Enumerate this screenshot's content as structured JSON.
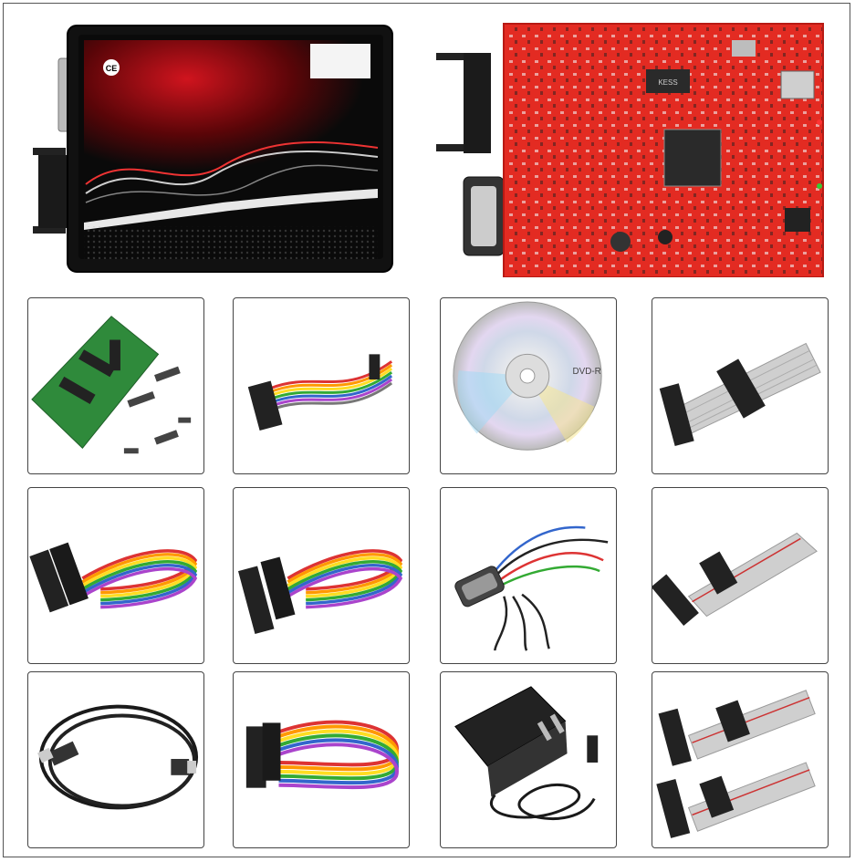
{
  "main_unit": {
    "ce_mark": "CE"
  },
  "pcb": {
    "chip_label": "KESS"
  },
  "cd": {
    "disc_label": "DVD-R"
  },
  "accent_colors": {
    "case_red": "#c4101c",
    "pcb_red": "#e32b22",
    "adapter_green": "#2f8a3b",
    "ribbon_gray": "#cfcfcf"
  }
}
